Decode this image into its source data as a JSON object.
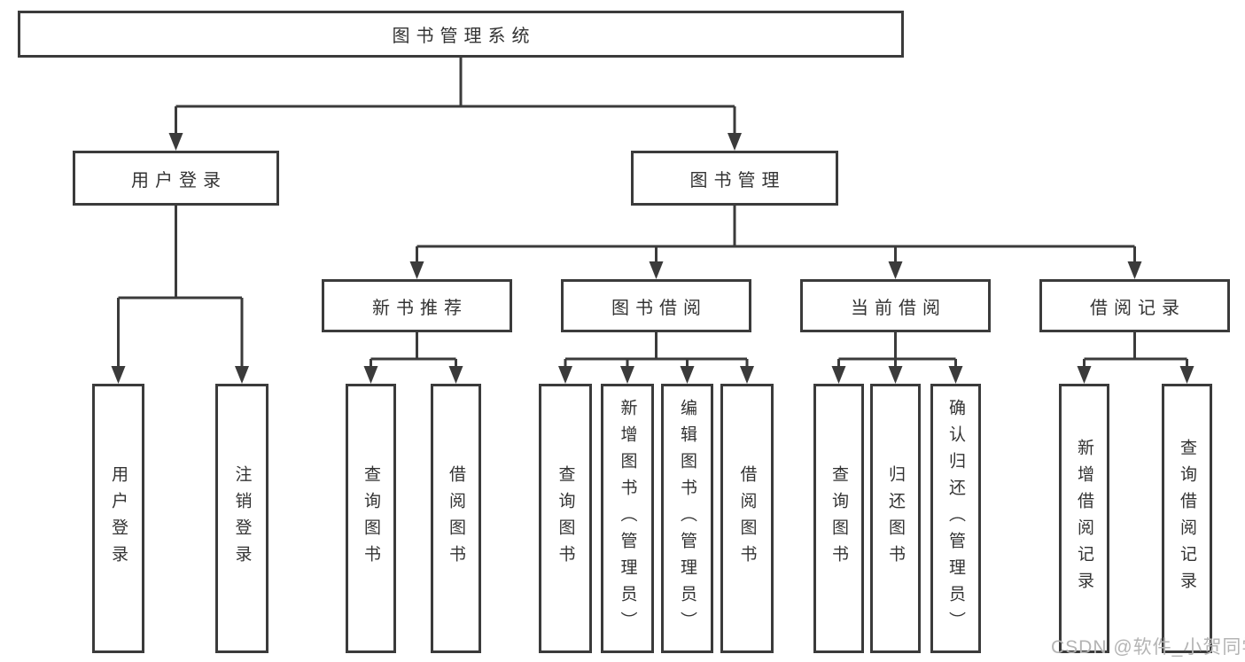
{
  "diagram": {
    "root": {
      "label": "图书管理系统"
    },
    "children": [
      {
        "label": "用户登录",
        "children": [
          {
            "label": "用户登录"
          },
          {
            "label": "注销登录"
          }
        ]
      },
      {
        "label": "图书管理",
        "children": [
          {
            "label": "新书推荐",
            "children": [
              {
                "label": "查询图书"
              },
              {
                "label": "借阅图书"
              }
            ]
          },
          {
            "label": "图书借阅",
            "children": [
              {
                "label": "查询图书"
              },
              {
                "label": "新增图书（管理员）"
              },
              {
                "label": "编辑图书（管理员）"
              },
              {
                "label": "借阅图书"
              }
            ]
          },
          {
            "label": "当前借阅",
            "children": [
              {
                "label": "查询图书"
              },
              {
                "label": "归还图书"
              },
              {
                "label": "确认归还（管理员）"
              }
            ]
          },
          {
            "label": "借阅记录",
            "children": [
              {
                "label": "新增借阅记录"
              },
              {
                "label": "查询借阅记录"
              }
            ]
          }
        ]
      }
    ]
  },
  "watermark": {
    "text": "CSDN @软件_小贺同学"
  },
  "colors": {
    "line": "#3b3b3b",
    "text": "#333333",
    "watermark": "#b4b4b4",
    "background": "#ffffff"
  }
}
